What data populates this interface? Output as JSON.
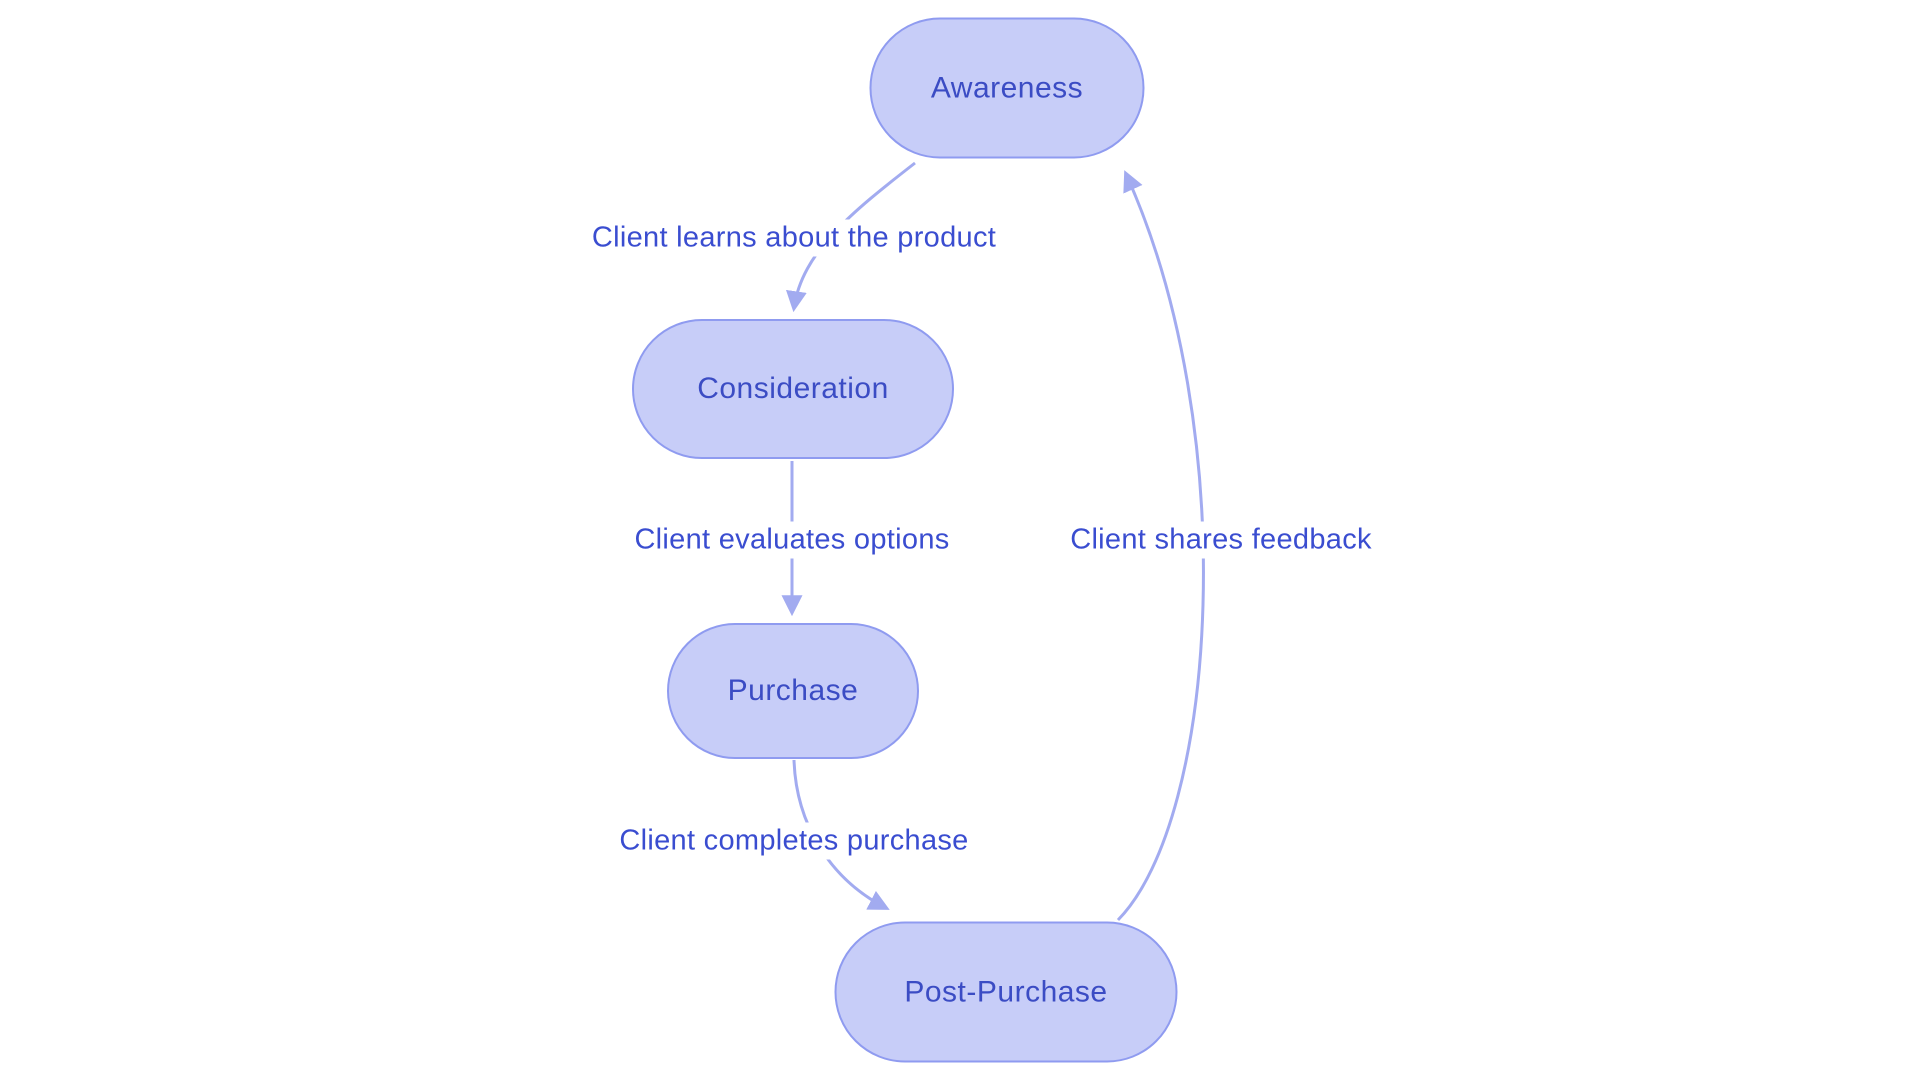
{
  "theme": {
    "canvas-bg": "#ffffff",
    "node-fill": "#c7cdf8",
    "node-border": "#8f9bf0",
    "node-text": "#3b4cc4",
    "edge-color": "#a2abf0",
    "edge-label-color": "#3a4dd0"
  },
  "diagram": {
    "type": "flowchart",
    "nodes": [
      {
        "id": "awareness",
        "label": "Awareness"
      },
      {
        "id": "consideration",
        "label": "Consideration"
      },
      {
        "id": "purchase",
        "label": "Purchase"
      },
      {
        "id": "post-purchase",
        "label": "Post-Purchase"
      }
    ],
    "edges": [
      {
        "from": "Awareness",
        "to": "Consideration",
        "label": "Client learns about the product"
      },
      {
        "from": "Consideration",
        "to": "Purchase",
        "label": "Client evaluates options"
      },
      {
        "from": "Purchase",
        "to": "Post-Purchase",
        "label": "Client completes purchase"
      },
      {
        "from": "Post-Purchase",
        "to": "Awareness",
        "label": "Client shares feedback"
      }
    ]
  }
}
